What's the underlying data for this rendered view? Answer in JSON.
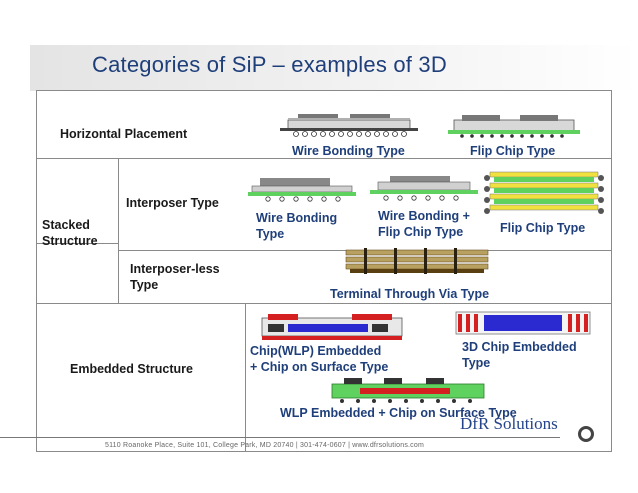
{
  "title": "Categories of SiP – examples of 3D",
  "rows": {
    "horizontal": "Horizontal Placement",
    "stacked_line1": "Stacked",
    "stacked_line2": "Structure",
    "interposer": "Interposer Type",
    "interposer_less_line1": "Interposer-less",
    "interposer_less_line2": "Type",
    "embedded": "Embedded Structure"
  },
  "labels": {
    "wire_bonding_type": "Wire Bonding Type",
    "flip_chip_type": "Flip Chip Type",
    "wb_line1": "Wire Bonding",
    "wb_line2": "Type",
    "wbfc_line1": "Wire Bonding +",
    "wbfc_line2": "Flip Chip Type",
    "flip_chip_type_2": "Flip Chip Type",
    "ttv": "Terminal Through Via Type",
    "chip_wlp_line1": "Chip(WLP) Embedded",
    "chip_wlp_line2": "+ Chip on Surface Type",
    "chip3d_line1": "3D Chip Embedded",
    "chip3d_line2": "Type",
    "wlp_embedded": "WLP Embedded + Chip on Surface Type"
  },
  "footer": {
    "address": "5110 Roanoke Place, Suite 101, College Park, MD 20740  |  301-474-0607  |  www.dfrsolutions.com",
    "logo": "DfR Solutions"
  },
  "colors": {
    "title": "#1f3f7a",
    "label_blue": "#1f3f7a",
    "substrate_green": "#5fd15f",
    "die_grey": "#7a7a7a",
    "solder_yellow": "#f0e040",
    "embed_red": "#d42020",
    "embed_blue": "#2a2ad0"
  }
}
